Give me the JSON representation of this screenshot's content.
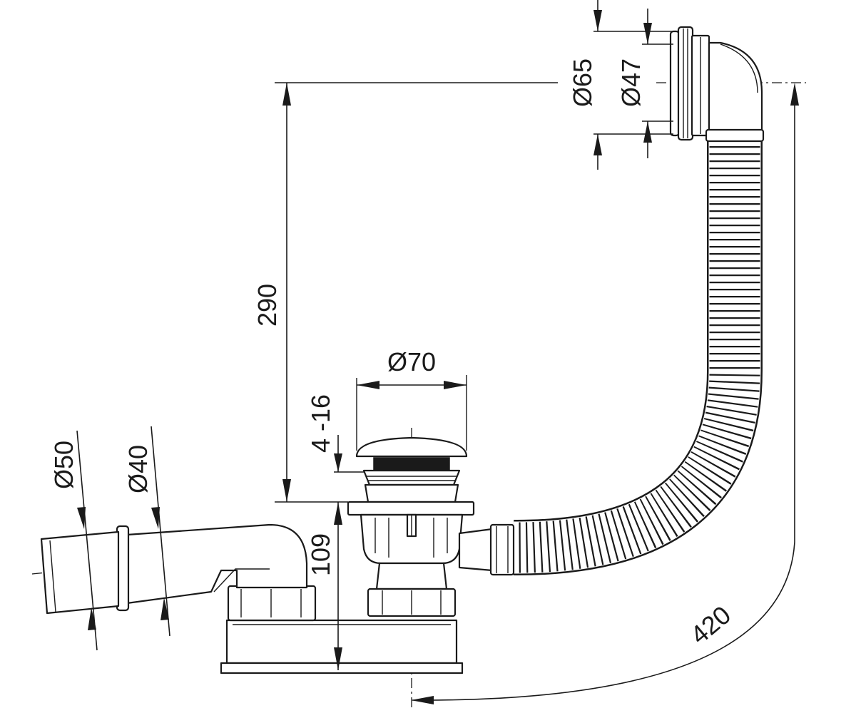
{
  "dimensions": {
    "overflow_outer_diameter": "Ø65",
    "overflow_inner_diameter": "Ø47",
    "height_overflow_to_drain": "290",
    "drain_head_diameter": "Ø70",
    "stopper_travel": "4 -16",
    "waste_height": "109",
    "outlet_outer_diameter": "Ø50",
    "outlet_inner_diameter": "Ø40",
    "hose_length": "420"
  },
  "colors": {
    "line": "#1a1a1a",
    "background": "#ffffff"
  }
}
